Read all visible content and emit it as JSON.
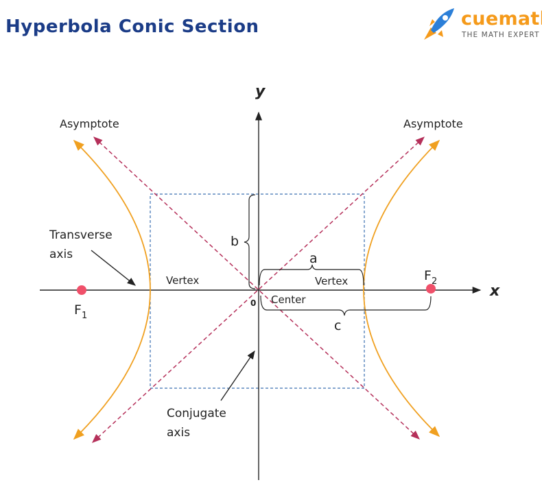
{
  "header": {
    "title": "Hyperbola Conic Section"
  },
  "logo": {
    "name": "cuemath",
    "tagline": "THE MATH EXPERT",
    "icon": "rocket-icon",
    "color": "#f59a1a"
  },
  "diagram": {
    "labels": {
      "y_axis": "y",
      "x_axis": "x",
      "asymptote_left": "Asymptote",
      "asymptote_right": "Asymptote",
      "transverse_line1": "Transverse",
      "transverse_line2": "axis",
      "vertex_left": "Vertex",
      "vertex_right": "Vertex",
      "center": "Center",
      "origin": "0",
      "conjugate_line1": "Conjugate",
      "conjugate_line2": "axis",
      "a": "a",
      "b": "b",
      "c": "c",
      "focus_left": "F",
      "focus_left_sub": "1",
      "focus_right": "F",
      "focus_right_sub": "2"
    },
    "colors": {
      "hyperbola": "#f0a020",
      "asymptote": "#b5305a",
      "box": "#3a6fb0",
      "focus": "#f0506a",
      "axis": "#222222",
      "title": "#1b3c87"
    }
  }
}
